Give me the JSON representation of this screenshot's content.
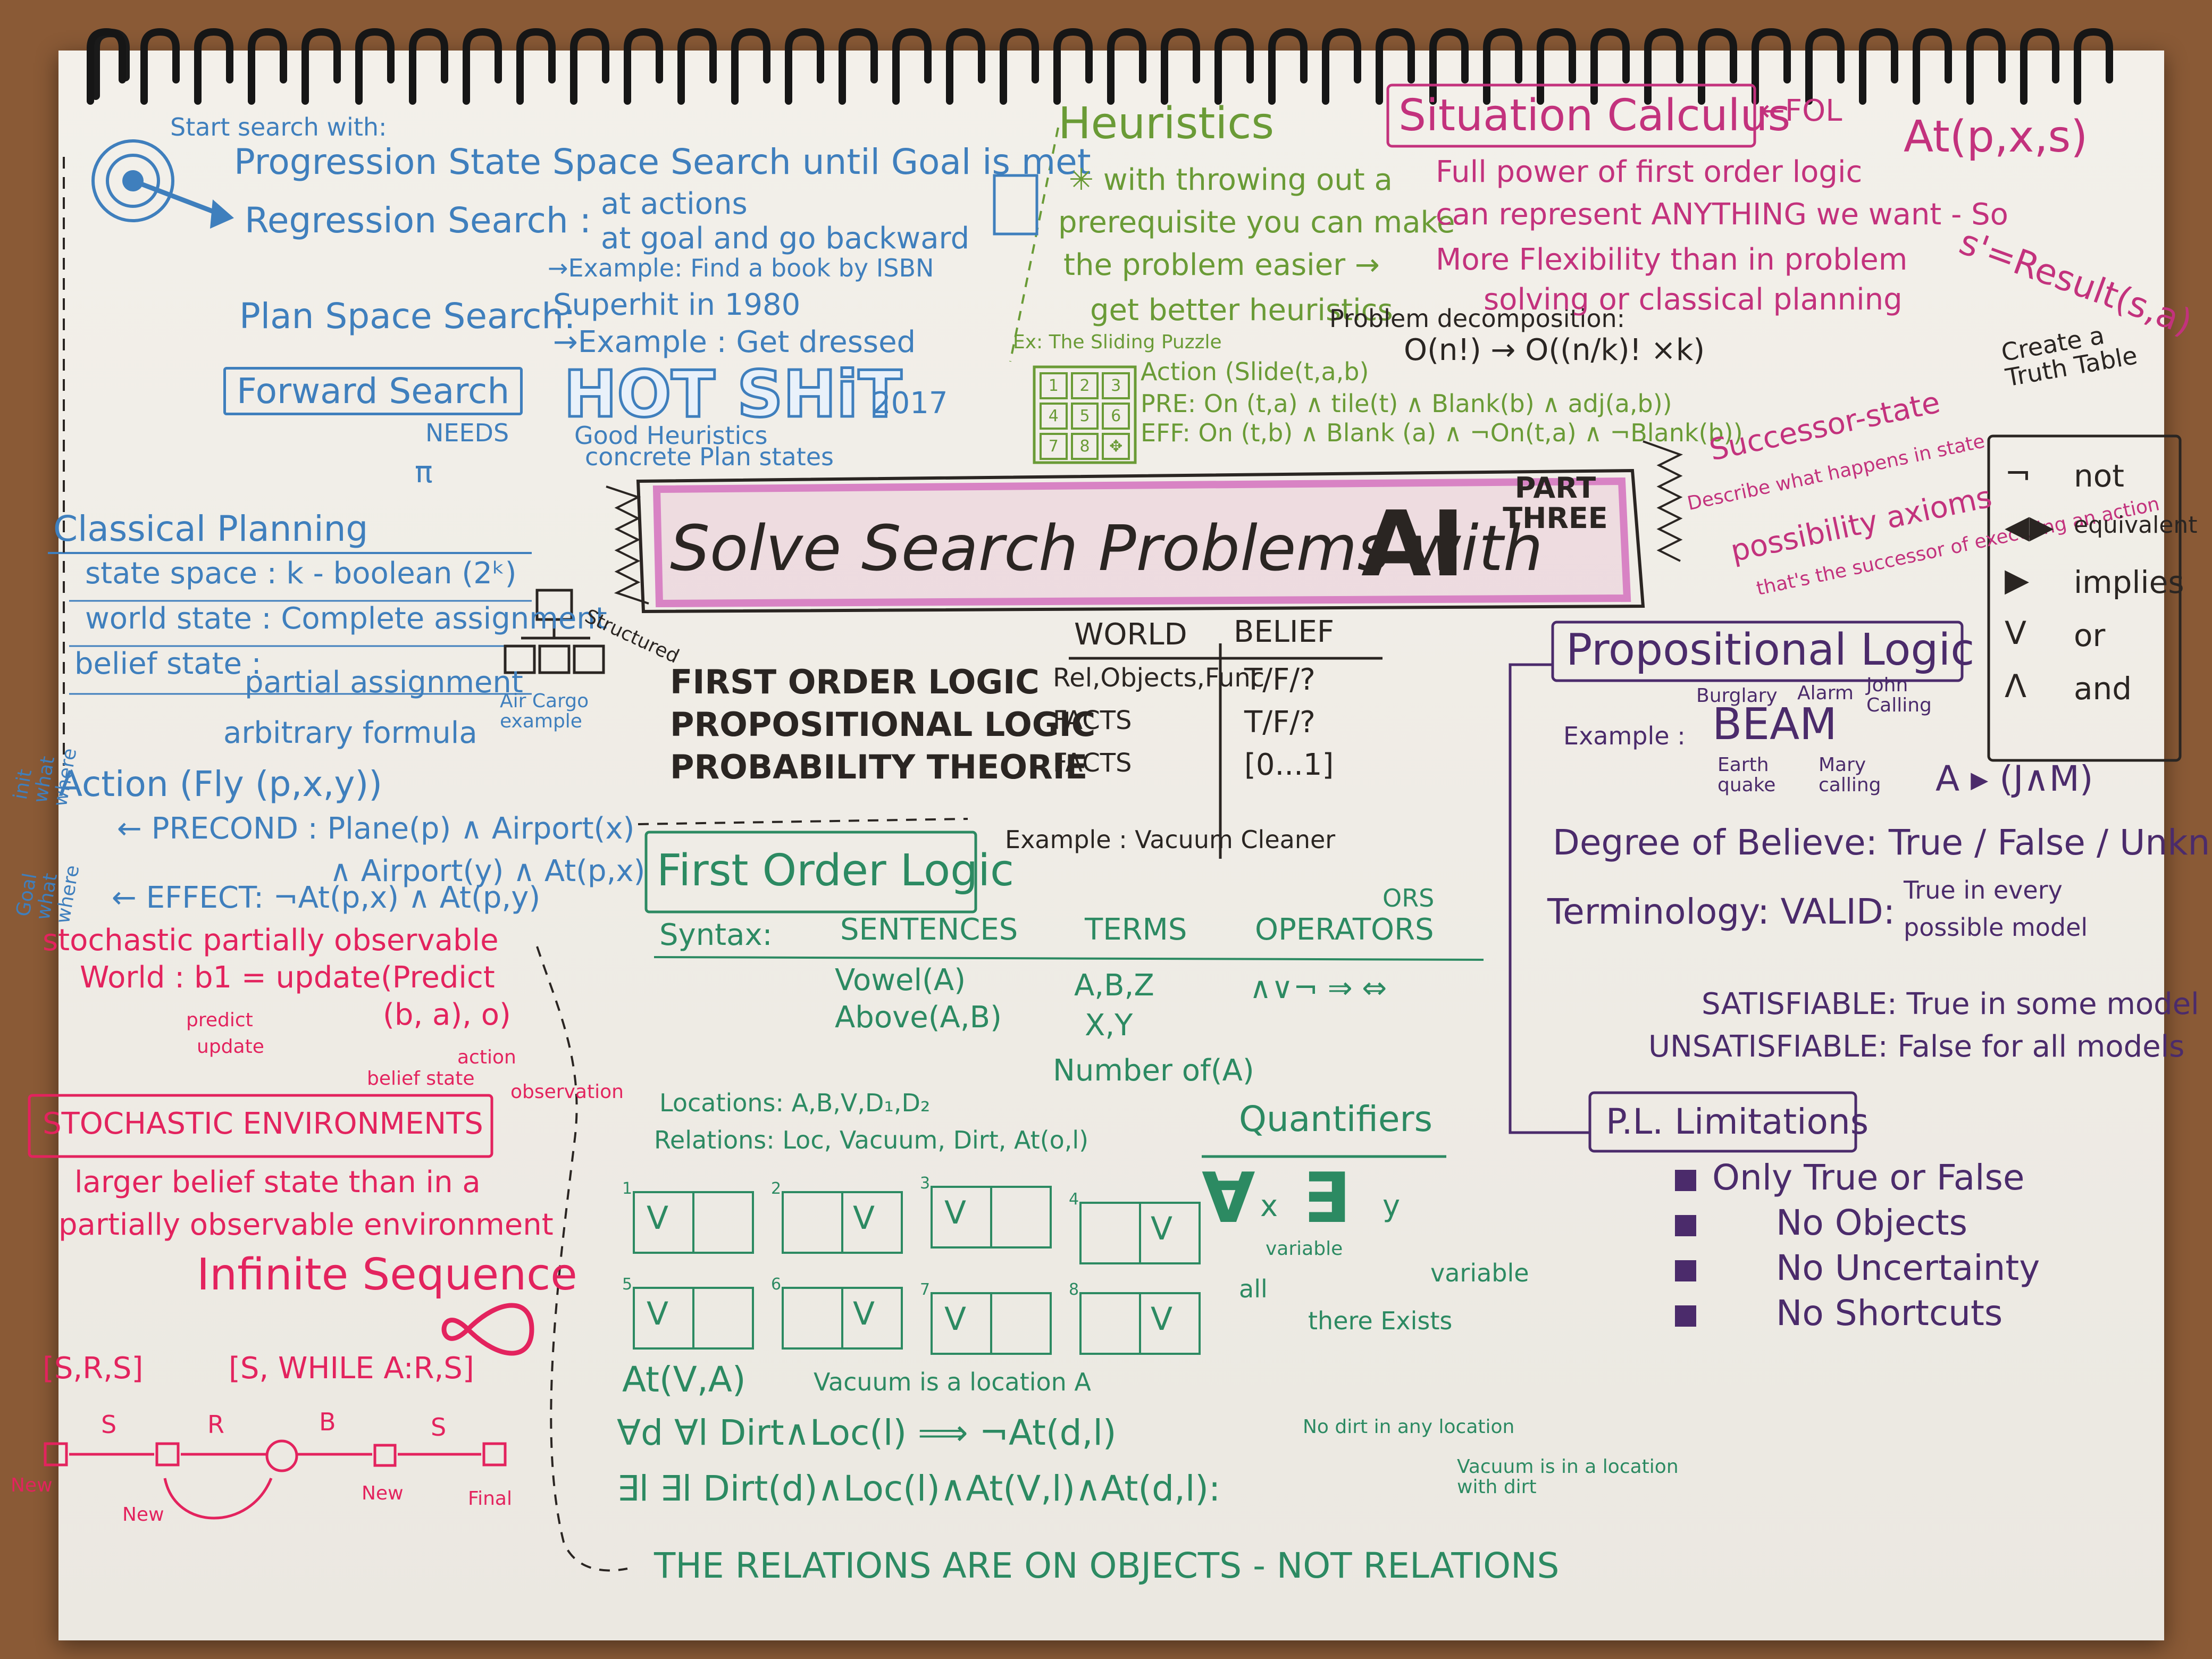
{
  "title": {
    "main": "Solve Search Problems with",
    "ai": "AI",
    "part": "PART THREE"
  },
  "search": {
    "start_label": "Start search with:",
    "progression": "Progression State Space Search until Goal is met",
    "regression_label": "Regression Search :",
    "regression_l1": "at actions",
    "regression_l2": "at goal and go backward",
    "regression_example": "→Example: Find a book by ISBN",
    "plan_space_label": "Plan Space Search:",
    "plan_space_value": "Superhit in 1980",
    "plan_space_example": "→Example : Get dressed",
    "hot": "HOT SHiT",
    "year": "2017",
    "forward_search": "Forward Search",
    "needs": "NEEDS",
    "pi": "π",
    "good_heuristics": "Good Heuristics",
    "concrete_plan": "concrete Plan states"
  },
  "heuristics": {
    "title": "Heuristics",
    "l1": "✳ with throwing out a",
    "l2": "prerequisite you can make",
    "l3": "the problem easier →",
    "l4": "get better heuristics",
    "problem_decomposition": "Problem decomposition:",
    "ex_label": "Ex: The Sliding Puzzle",
    "complexity": "O(n!) → O((n/k)! ×k)",
    "action": "Action (Slide(t,a,b)",
    "pre": "PRE: On (t,a) ∧ tile(t) ∧ Blank(b) ∧ adj(a,b))",
    "eff": "EFF: On (t,b) ∧ Blank (a) ∧ ¬On(t,a) ∧ ¬Blank(b))",
    "puzzle_cells": [
      "1",
      "2",
      "3",
      "4",
      "5",
      "6",
      "7",
      "8",
      "✥"
    ]
  },
  "situation": {
    "title": "Situation Calculus",
    "fol": "←FOL",
    "at": "At(p,x,s)",
    "b1": "Full power of first order logic",
    "b2": "can represent ANYTHING we want - So",
    "b3": "More Flexibility than in problem",
    "b3b": "solving or classical planning",
    "result": "s'=Result(s,a)",
    "successor_state": "Successor-state",
    "axioms_1": "Describe what happens in state",
    "axioms_2": "possibility axioms",
    "axioms_3": "that's the successor of executing an action"
  },
  "classical": {
    "title": "Classical Planning",
    "state_space": "state space : k - boolean (2ᵏ)",
    "world_state": "world state : Complete assignment",
    "belief_state": "belief state :",
    "partial": "partial assignment",
    "arbitrary": "arbitrary formula",
    "air": "Air Cargo example",
    "action": "Action (Fly (p,x,y))",
    "precond": "← PRECOND : Plane(p) ∧ Airport(x)",
    "precond2": "∧ Airport(y) ∧ At(p,x)",
    "effect": "← EFFECT: ¬At(p,x) ∧ At(p,y)",
    "init": "init what where",
    "goal": "Goal what where",
    "structured": "Structured"
  },
  "stochastic": {
    "partially": "stochastic partially observable",
    "world": "World : b1 = update(Predict",
    "args": "(b, a), o)",
    "predict": "predict",
    "update": "update",
    "belief_state": "belief state",
    "action": "action",
    "observation": "observation",
    "title": "STOCHASTIC ENVIRONMENTS",
    "bullet": "larger belief state than in a",
    "bullet2": "partially observable environment",
    "infinite": "Infinite Sequence",
    "seq1": "[S,R,S]",
    "seq2": "[S, WHILE A:R,S]",
    "s1": "S",
    "r": "R",
    "b": "B",
    "s2": "S",
    "new1": "New",
    "new2": "New",
    "new3": "New",
    "final": "Final"
  },
  "table": {
    "col_world": "WORLD",
    "col_belief": "BELIEF",
    "rows": [
      {
        "name": "FIRST ORDER LOGIC",
        "world": "Rel,Objects,Func",
        "belief": "T/F/?"
      },
      {
        "name": "PROPOSITIONAL LOGIC",
        "world": "FACTS",
        "belief": "T/F/?"
      },
      {
        "name": "PROBABILITY THEORIE",
        "world": "FACTS",
        "belief": "[0...1]"
      }
    ],
    "example": "Example : Vacuum Cleaner"
  },
  "fol": {
    "title": "First Order Logic",
    "syntax": "Syntax:",
    "col_sentences": "SENTENCES",
    "col_terms": "TERMS",
    "col_operators": "OPERATORS",
    "ors": "ORS",
    "s1": "Vowel(A)",
    "s2": "Above(A,B)",
    "t1": "A,B,Z",
    "t2": "X,Y",
    "t3": "Number of(A)",
    "ops": "∧∨¬ ⇒ ⇔",
    "locations": "Locations: A,B,V,D₁,D₂",
    "relations": "Relations: Loc, Vacuum, Dirt, At(o,l)",
    "quantifiers": "Quantifiers",
    "forall": "∀",
    "x": "x",
    "exists": "∃",
    "y": "y",
    "q_all": "all",
    "q_variable": "variable",
    "q_variable2": "variable",
    "q_there": "there Exists",
    "states": [
      "1",
      "2",
      "3",
      "4",
      "5",
      "6",
      "7",
      "8"
    ],
    "at_va": "At(V,A)",
    "vacuum_loc": "Vacuum is a location A",
    "forall_line": "∀d ∀l  Dirt∧Loc(l) ⟹ ¬At(d,l)",
    "forall_note": "No dirt in any location",
    "exists_line": "∃l ∃l  Dirt(d)∧Loc(l)∧At(V,l)∧At(d,l):",
    "exists_note": "Vacuum is in a location with dirt",
    "relations_note": "THE RELATIONS ARE ON OBJECTS - NOT RELATIONS"
  },
  "truth": {
    "create": "Create a Truth Table",
    "not": "not",
    "equivalent": "equivalent",
    "implies": "implies",
    "or": "or",
    "and": "and",
    "sym_not": "¬",
    "sym_eq": "◀▶",
    "sym_imp": "▶",
    "sym_or": "V",
    "sym_and": "Λ"
  },
  "prop": {
    "title": "Propositional Logic",
    "burglary": "Burglary",
    "alarm": "Alarm",
    "john": "John Calling",
    "example": "Example :",
    "beam": "BEAM",
    "earthquake": "Earth quake",
    "mary": "Mary calling",
    "formula": "A ▸ (J∧M)",
    "degree": "Degree of Believe: True / False / Unknown",
    "terminology": "Terminology: VALID:",
    "valid_def": "True in every",
    "valid_def2": "possible model",
    "satisfiable": "SATISFIABLE: True in some model",
    "unsatisfiable": "UNSATISFIABLE: False for all models",
    "limit_title": "P.L. Limitations",
    "limits": [
      "Only True or False",
      "No Objects",
      "No Uncertainty",
      "No Shortcuts"
    ]
  },
  "colors": {
    "blue": "#3f7fbd",
    "green": "#2c8a62",
    "pink": "#e3235e",
    "magenta": "#c3327d",
    "purple": "#4b2b6b",
    "lime": "#6a9b36",
    "ink": "#2a2522"
  }
}
